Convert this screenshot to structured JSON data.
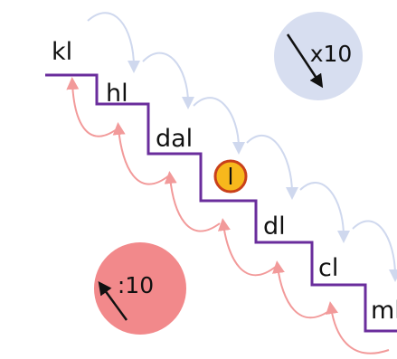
{
  "units": [
    "kl",
    "hl",
    "dal",
    "l",
    "dl",
    "cl",
    "ml"
  ],
  "multiply_badge": {
    "text": "x10"
  },
  "divide_badge": {
    "text": ":10"
  },
  "highlighted_unit": "l",
  "colors": {
    "stair": "#6a2d9c",
    "arrow_down": "#cfd8ee",
    "arrow_up": "#f29a9a",
    "multiply_badge_bg": "#d7def0",
    "divide_badge_bg": "#f2898b",
    "highlight_fill": "#f7b81c",
    "highlight_stroke": "#c9401a"
  },
  "icons": {
    "multiply_arrow": "arrow-down-right-icon",
    "divide_arrow": "arrow-up-left-icon"
  }
}
